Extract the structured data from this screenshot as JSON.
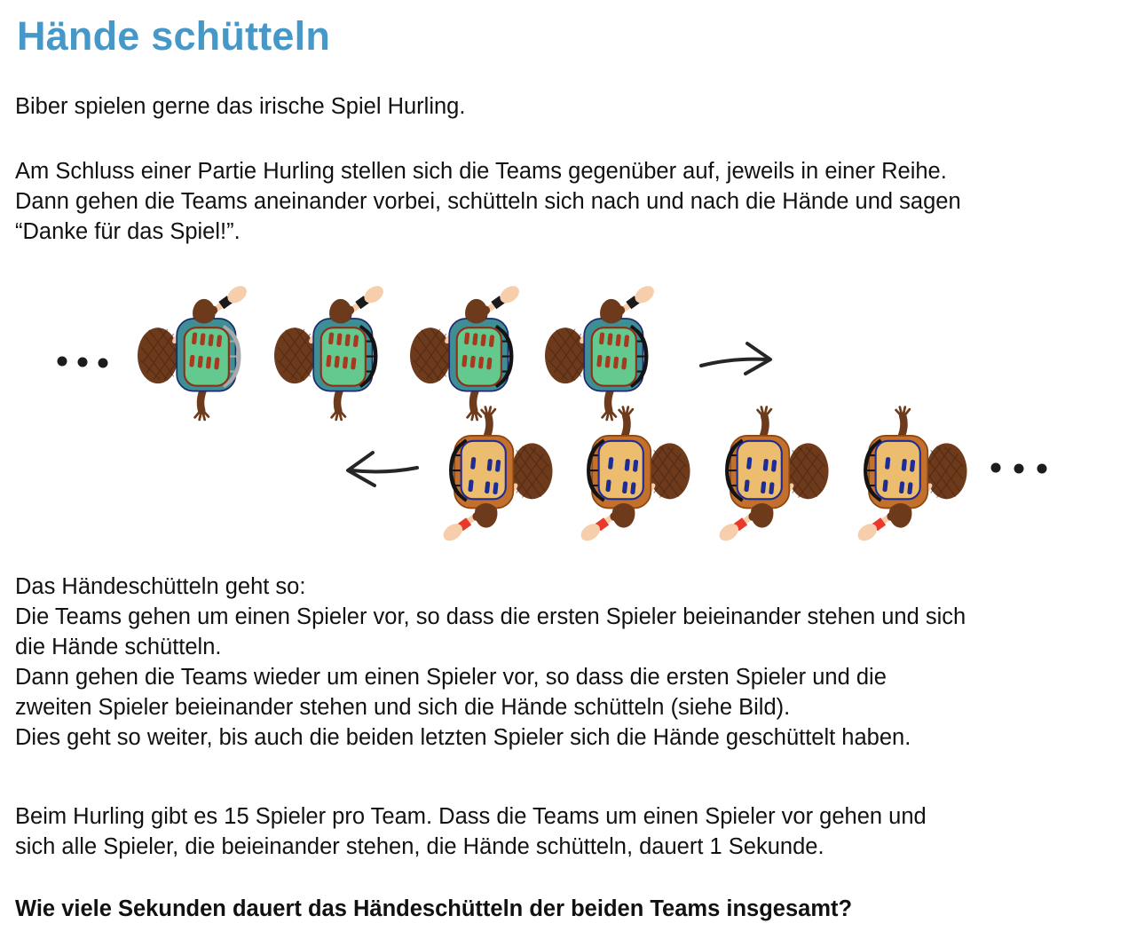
{
  "doc": {
    "title": "Hände schütteln",
    "intro": [
      "Biber spielen gerne das irische Spiel Hurling."
    ],
    "lineup": [
      "Am Schluss einer Partie Hurling stellen sich die Teams gegenüber auf, jeweils in einer Reihe.",
      "Dann gehen die Teams aneinander vorbei, schütteln sich nach und nach die Hände und sagen",
      "“Danke für das Spiel!”."
    ],
    "procedure": [
      "Das Händeschütteln geht so:",
      "Die Teams gehen um einen Spieler vor, so dass die ersten Spieler beieinander stehen und sich",
      "die Hände schütteln.",
      "Dann gehen die Teams wieder um einen Spieler vor, so dass die ersten Spieler und die",
      "zweiten Spieler beieinander stehen und sich die Hände schütteln (siehe Bild).",
      "Dies geht so weiter, bis auch die beiden letzten Spieler sich die Hände geschüttelt haben."
    ],
    "params": [
      "Beim Hurling gibt es 15 Spieler pro Team. Dass die Teams um einen Spieler vor gehen und",
      "sich alle Spieler, die beieinander stehen, die Hände schütteln, dauert 1 Sekunde."
    ],
    "question": "Wie viele Sekunden dauert das Händeschütteln der beiden Teams insgesamt?"
  },
  "colors": {
    "title": "#4598C8",
    "text": "#111111",
    "arrow": "#262626",
    "top_team_jersey": "#3E8E96",
    "top_team_panel": "#63C98E",
    "top_team_stripes": "#A63A1E",
    "bottom_team_jersey": "#C4702D",
    "bottom_team_panel": "#ECBC6F",
    "bottom_team_stripes": "#1E2C96",
    "hurley_wood": "#F6CEAC",
    "top_hurley_band": "#1A1A1A",
    "bottom_hurley_band": "#E8392B"
  },
  "illustration": {
    "top_row_beavers_visible": 4,
    "top_row_direction": "right",
    "bottom_row_beavers_visible": 4,
    "bottom_row_direction": "left"
  }
}
